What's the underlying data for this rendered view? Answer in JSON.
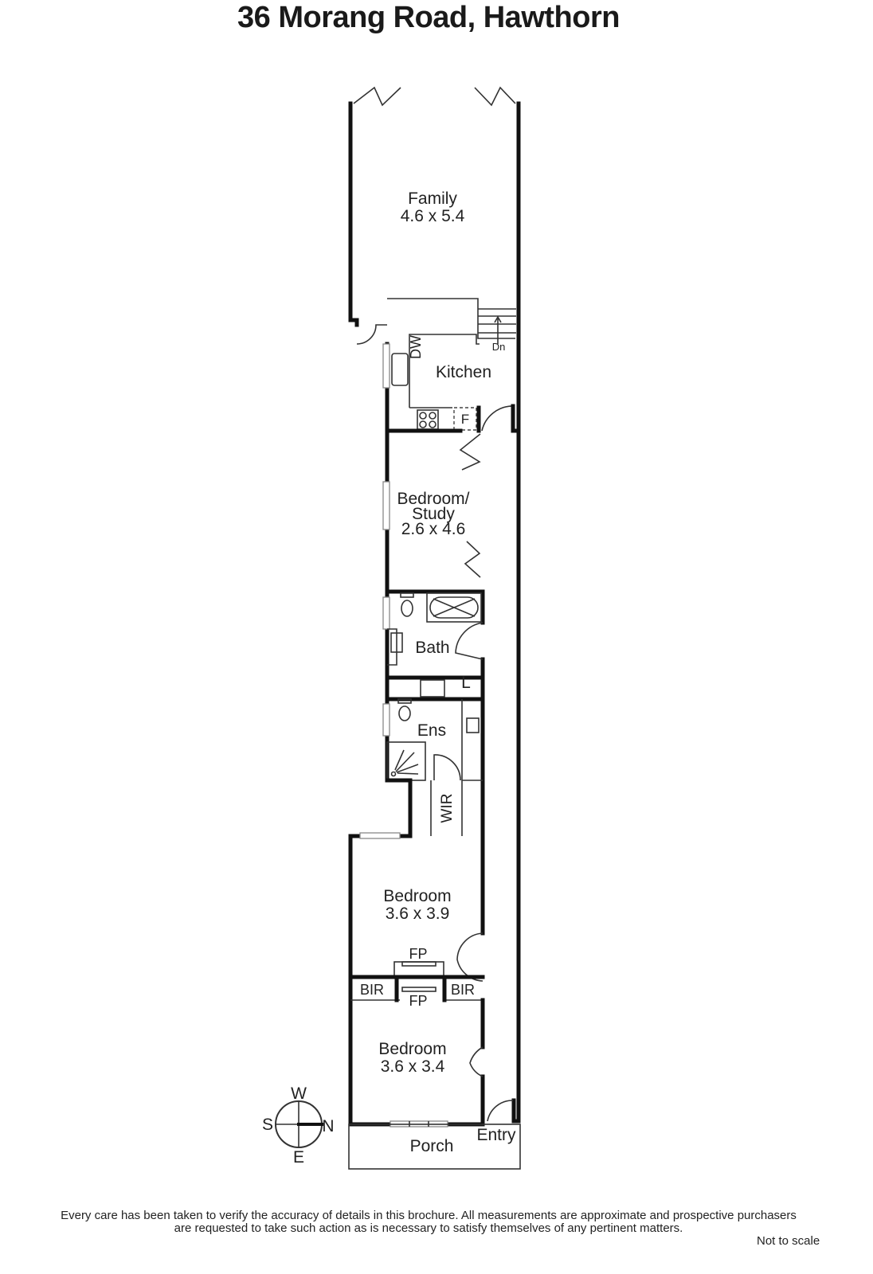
{
  "title": "36 Morang Road, Hawthorn",
  "rooms": {
    "family": {
      "name": "Family",
      "size": "4.6 x 5.4"
    },
    "kitchen": {
      "name": "Kitchen",
      "dw": "DW",
      "fridge": "F",
      "stairs": "Dn"
    },
    "study": {
      "name": "Bedroom/",
      "name2": "Study",
      "size": "2.6 x 4.6"
    },
    "bath": {
      "name": "Bath"
    },
    "laundry": {
      "name": "L"
    },
    "ensuite": {
      "name": "Ens"
    },
    "wir": {
      "name": "WIR"
    },
    "bedroom1": {
      "name": "Bedroom",
      "size": "3.6 x 3.9",
      "fp": "FP"
    },
    "bedroom2": {
      "name": "Bedroom",
      "size": "3.6 x 3.4",
      "fp": "FP"
    },
    "bir_left": "BIR",
    "bir_right": "BIR",
    "porch": "Porch",
    "entry": "Entry"
  },
  "compass": {
    "n": "N",
    "s": "S",
    "e": "E",
    "w": "W"
  },
  "disclaimer": {
    "line1": "Every care has been taken to verify the accuracy of details in this brochure.  All measurements are approximate and prospective purchasers",
    "line2": "are requested to take such action as is necessary to satisfy themselves of any pertinent matters."
  },
  "scale_note": "Not to scale"
}
